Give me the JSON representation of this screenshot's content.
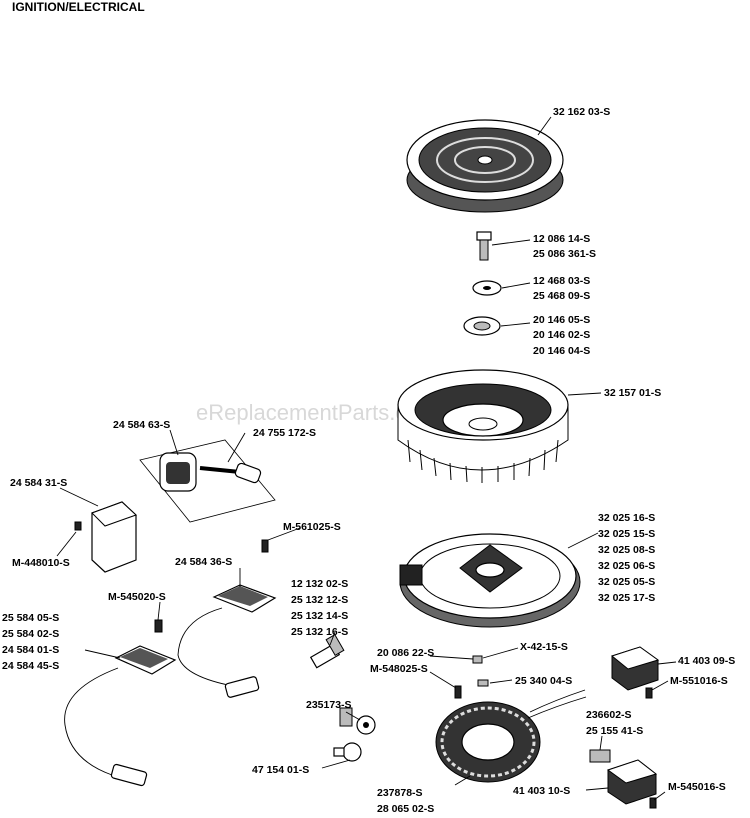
{
  "title": "IGNITION/ELECTRICAL",
  "watermark": "eReplacementParts.com",
  "callouts": {
    "top_cover": "32 162 03-S",
    "screw_a": "12 086 14-S",
    "screw_b": "25 086 361-S",
    "washer_a": "12 468 03-S",
    "washer_b": "25 468 09-S",
    "cup_a": "20 146 05-S",
    "cup_b": "20 146 02-S",
    "cup_c": "20 146 04-S",
    "flywheel": "32 157 01-S",
    "module_kit": "24 584 63-S",
    "module_kit_b": "24 755 172-S",
    "rectifier": "24 584 31-S",
    "rect_screw": "M-448010-S",
    "coil_screw_top": "M-561025-S",
    "coil_top": "24 584 36-S",
    "ring_gear_1": "32 025 16-S",
    "ring_gear_2": "32 025 15-S",
    "ring_gear_3": "32 025 08-S",
    "ring_gear_4": "32 025 06-S",
    "ring_gear_5": "32 025 05-S",
    "ring_gear_6": "32 025 17-S",
    "spark_1": "12 132 02-S",
    "spark_2": "25 132 12-S",
    "spark_3": "25 132 14-S",
    "spark_4": "25 132 16-S",
    "coil_screw_left": "M-545020-S",
    "coil_left_1": "25 584 05-S",
    "coil_left_2": "25 584 02-S",
    "coil_left_3": "24 584 01-S",
    "coil_left_4": "24 584 45-S",
    "key": "20 086 22-S",
    "stator_screw": "M-548025-S",
    "pin": "X-42-15-S",
    "spacer": "25 340 04-S",
    "clamp_a": "235173-S",
    "clamp_b": "47 154 01-S",
    "stator_a": "237878-S",
    "stator_b": "28 065 02-S",
    "reg_top": "41 403 09-S",
    "reg_top_screw": "M-551016-S",
    "reg_clip_a": "236602-S",
    "reg_clip_b": "25 155 41-S",
    "reg_bottom": "41 403 10-S",
    "reg_bottom_screw": "M-545016-S"
  }
}
